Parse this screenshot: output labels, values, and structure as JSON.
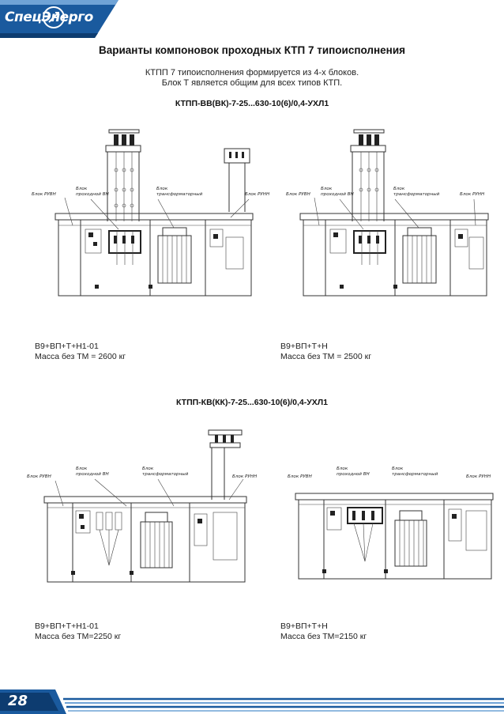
{
  "header": {
    "logo_text": "СпецЭнерго",
    "logo_color": "#1a5a9e"
  },
  "page": {
    "title": "Варианты компоновок проходных КТП 7 типоисполнения",
    "intro_line1": "КТПП 7 типоисполнения формируется из 4-х блоков.",
    "intro_line2": "Блок Т является общим для всех типов КТП."
  },
  "section1": {
    "heading": "КТПП-ВВ(ВК)-7-25...630-10(6)/0,4-УХЛ1",
    "left": {
      "labels": {
        "ruvn": "Блок РУВН",
        "hv": "Блок\nпроходной ВН",
        "tr": "Блок\nтрансформаторный",
        "runn": "Блок РУНН"
      },
      "caption_line1": "В9+ВП+Т+Н1-01",
      "caption_line2": "Масса без ТМ = 2600 кг"
    },
    "right": {
      "labels": {
        "ruvn": "Блок РУВН",
        "hv": "Блок\nпроходной ВН",
        "tr": "Блок\nтрансформаторный",
        "runn": "Блок РУНН"
      },
      "caption_line1": "В9+ВП+Т+Н",
      "caption_line2": "Масса без ТМ = 2500 кг"
    }
  },
  "section2": {
    "heading": "КТПП-КВ(КК)-7-25...630-10(6)/0,4-УХЛ1",
    "left": {
      "labels": {
        "ruvn": "Блок РУВН",
        "hv": "Блок\nпроходной ВН",
        "tr": "Блок\nтрансформаторный",
        "runn": "Блок РУНН"
      },
      "caption_line1": "В9+ВП+Т+Н1-01",
      "caption_line2": "Масса без ТМ=2250 кг"
    },
    "right": {
      "labels": {
        "ruvn": "Блок РУВН",
        "hv": "Блок\nпроходной ВН",
        "tr": "Блок\nтрансформаторный",
        "runn": "Блок РУНН"
      },
      "caption_line1": "В9+ВП+Т+Н",
      "caption_line2": "Масса без ТМ=2150 кг"
    }
  },
  "footer": {
    "page_number": "28",
    "bar_color": "#1a5a9e"
  }
}
